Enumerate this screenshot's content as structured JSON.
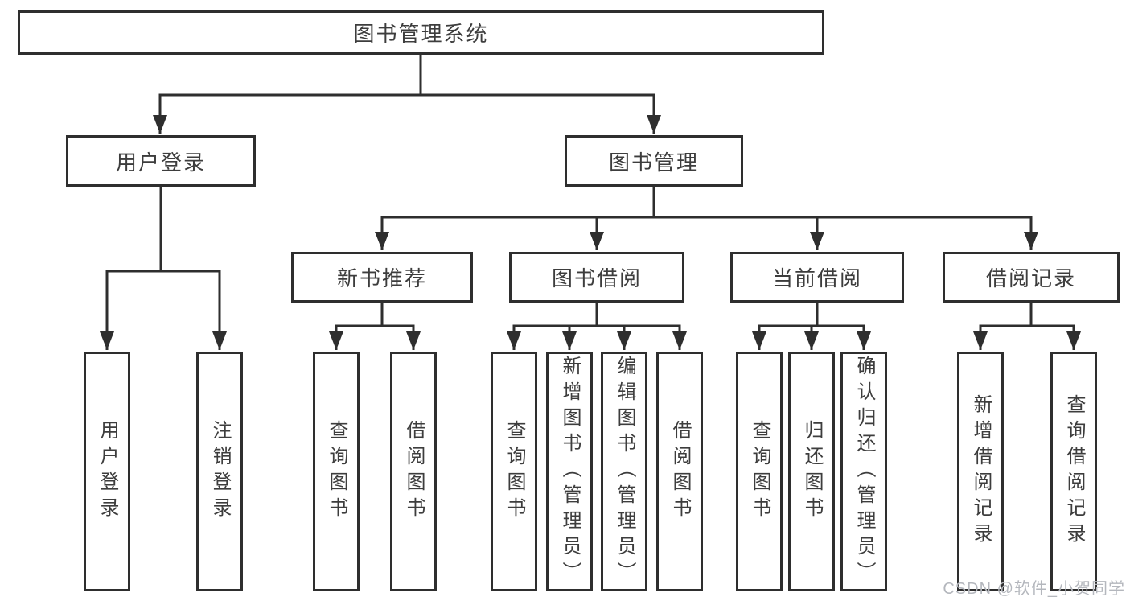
{
  "nodes": {
    "root": "图书管理系统",
    "l2": [
      "用户登录",
      "图书管理"
    ],
    "l3": [
      "新书推荐",
      "图书借阅",
      "当前借阅",
      "借阅记录"
    ],
    "leaves": [
      "用户登录",
      "注销登录",
      "查询图书",
      "借阅图书",
      "查询图书",
      "新增图书（管理员）",
      "编辑图书（管理员）",
      "借阅图书",
      "查询图书",
      "归还图书",
      "确认归还（管理员）",
      "新增借阅记录",
      "查询借阅记录"
    ]
  },
  "hierarchy": {
    "图书管理系统": {
      "用户登录": [
        "用户登录",
        "注销登录"
      ],
      "图书管理": {
        "新书推荐": [
          "查询图书",
          "借阅图书"
        ],
        "图书借阅": [
          "查询图书",
          "新增图书（管理员）",
          "编辑图书（管理员）",
          "借阅图书"
        ],
        "当前借阅": [
          "查询图书",
          "归还图书",
          "确认归还（管理员）"
        ],
        "借阅记录": [
          "新增借阅记录",
          "查询借阅记录"
        ]
      }
    }
  },
  "watermark": "CSDN @软件_小贺同学",
  "colors": {
    "line": "#2e2e2e",
    "text": "#3d3d3d",
    "box_fill": "#ffffff",
    "background": "#ffffff",
    "watermark": "#b4b7bd"
  }
}
